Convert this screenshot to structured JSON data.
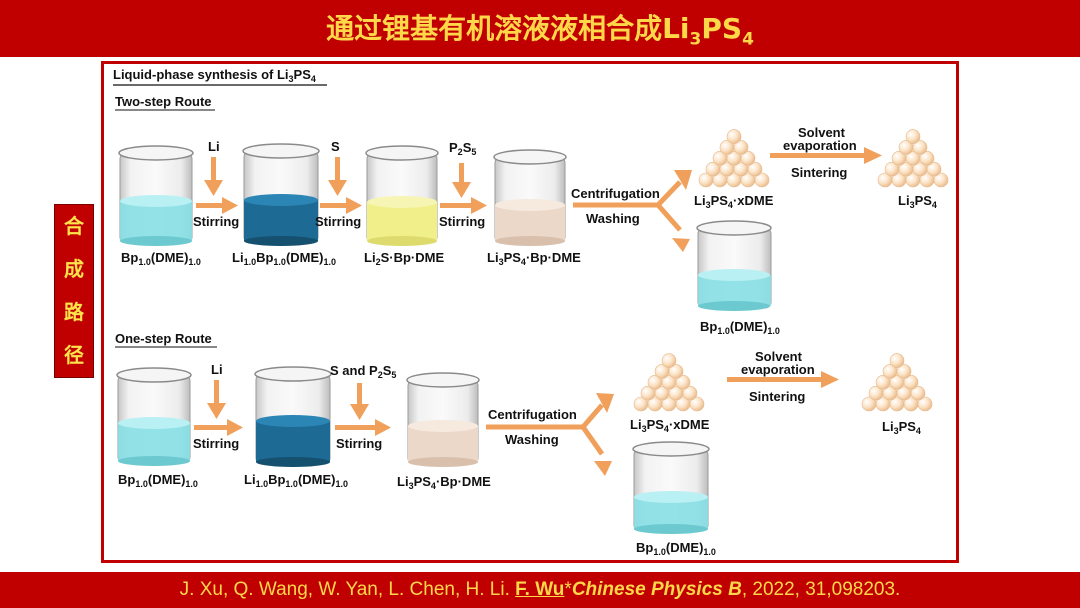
{
  "header": {
    "title_prefix": "通过锂基有机溶液液相合成Li",
    "title_sub1": "3",
    "title_mid": "PS",
    "title_sub2": "4"
  },
  "side_label": [
    "合",
    "成",
    "路",
    "径"
  ],
  "diagram": {
    "heading": "Liquid-phase synthesis of Li3PS4",
    "two_step": {
      "route_title": "Two-step Route",
      "reagents": [
        "Li",
        "S",
        "P2S5"
      ],
      "step_label": "Stirring",
      "split_top": "Centrifugation",
      "split_bottom": "Washing",
      "final_top": "Solvent",
      "final_mid": "evaporation",
      "final_bottom": "Sintering",
      "products": [
        "Bp1.0(DME)1.0",
        "Li1.0Bp1.0(DME)1.0",
        "Li2S·Bp·DME",
        "Li3PS4·Bp·DME",
        "Li3PS4·xDME",
        "Bp1.0(DME)1.0",
        "Li3PS4"
      ]
    },
    "one_step": {
      "route_title": "One-step Route",
      "reagents": [
        "Li",
        "S and P2S5"
      ],
      "step_label": "Stirring",
      "split_top": "Centrifugation",
      "split_bottom": "Washing",
      "final_top": "Solvent",
      "final_mid": "evaporation",
      "final_bottom": "Sintering",
      "products": [
        "Bp1.0(DME)1.0",
        "Li1.0Bp1.0(DME)1.0",
        "Li3PS4·Bp·DME",
        "Li3PS4·xDME",
        "Bp1.0(DME)1.0",
        "Li3PS4"
      ]
    }
  },
  "footer": {
    "citation_prefix": "J. Xu, Q. Wang, W. Yan, L. Chen, H. Li. ",
    "corresponding_author": "F. Wu",
    "star": "*",
    "journal": "Chinese Physics B",
    "citation_suffix": ", 2022, 31,098203."
  },
  "colors": {
    "accent_red": "#c00000",
    "title_yellow": "#ffd84a",
    "arrow_orange": "#f0a05a",
    "solution_light_cyan": "#86dfe4",
    "solution_dark_blue": "#1d6a94",
    "solution_yellow": "#f1ef8a",
    "solution_beige": "#ecd8c8",
    "crystal_peach": "#f8d4aa"
  }
}
